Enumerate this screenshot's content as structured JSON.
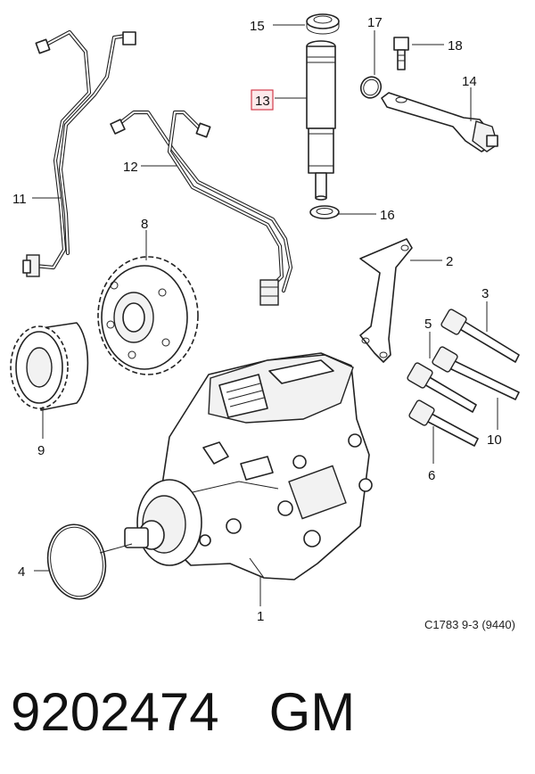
{
  "diagram": {
    "callouts": [
      {
        "id": "1",
        "label": "1"
      },
      {
        "id": "2",
        "label": "2"
      },
      {
        "id": "3",
        "label": "3"
      },
      {
        "id": "4",
        "label": "4"
      },
      {
        "id": "5",
        "label": "5"
      },
      {
        "id": "6",
        "label": "6"
      },
      {
        "id": "8",
        "label": "8"
      },
      {
        "id": "9",
        "label": "9"
      },
      {
        "id": "10",
        "label": "10"
      },
      {
        "id": "11",
        "label": "11"
      },
      {
        "id": "12",
        "label": "12"
      },
      {
        "id": "13",
        "label": "13",
        "highlighted": true
      },
      {
        "id": "14",
        "label": "14"
      },
      {
        "id": "15",
        "label": "15"
      },
      {
        "id": "16",
        "label": "16"
      },
      {
        "id": "17",
        "label": "17"
      },
      {
        "id": "18",
        "label": "18"
      }
    ],
    "highlight_color": "#d23a4a",
    "reference_code": "C1783 9-3 (9440)"
  },
  "footer": {
    "part_number": "9202474",
    "brand": "GM"
  }
}
